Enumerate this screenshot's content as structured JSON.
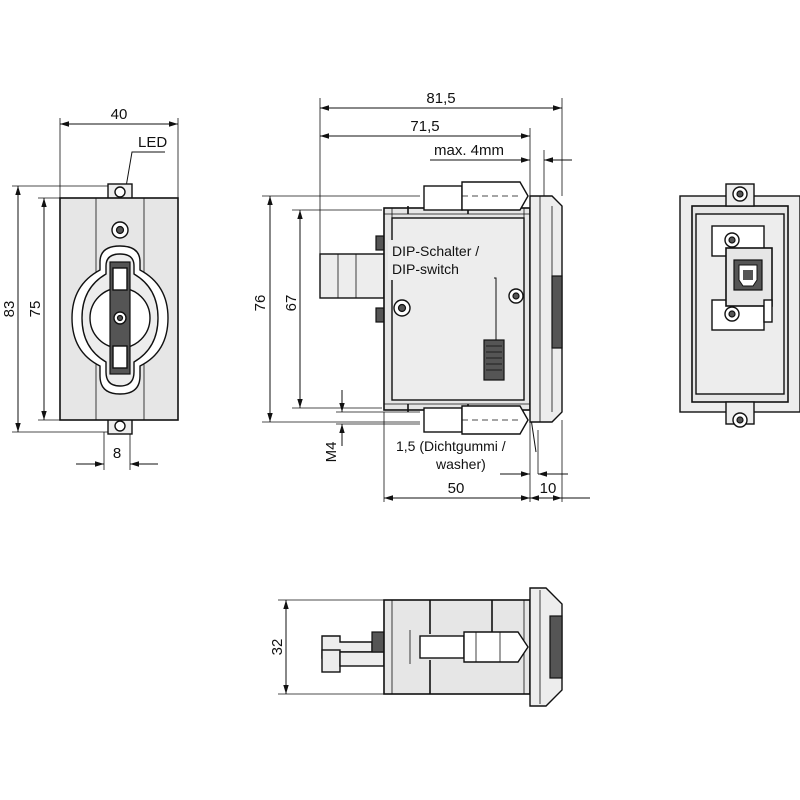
{
  "labels": {
    "front_width": "40",
    "led": "LED",
    "front_height_outer": "83",
    "front_height_inner": "75",
    "front_bottom": "8",
    "side_overall": "81,5",
    "side_body": "71,5",
    "side_max": "max. 4mm",
    "side_height_outer": "76",
    "side_height_inner": "67",
    "dip_line1": "DIP-Schalter /",
    "dip_line2": "DIP-switch",
    "thread": "M4",
    "washer_line1": "1,5 (Dichtgummi /",
    "washer_line2": "washer)",
    "side_depth": "50",
    "side_front": "10",
    "bottom_height": "32"
  },
  "icons": {
    "usb": "usb-b-port-icon",
    "screw": "screw-head-icon"
  }
}
